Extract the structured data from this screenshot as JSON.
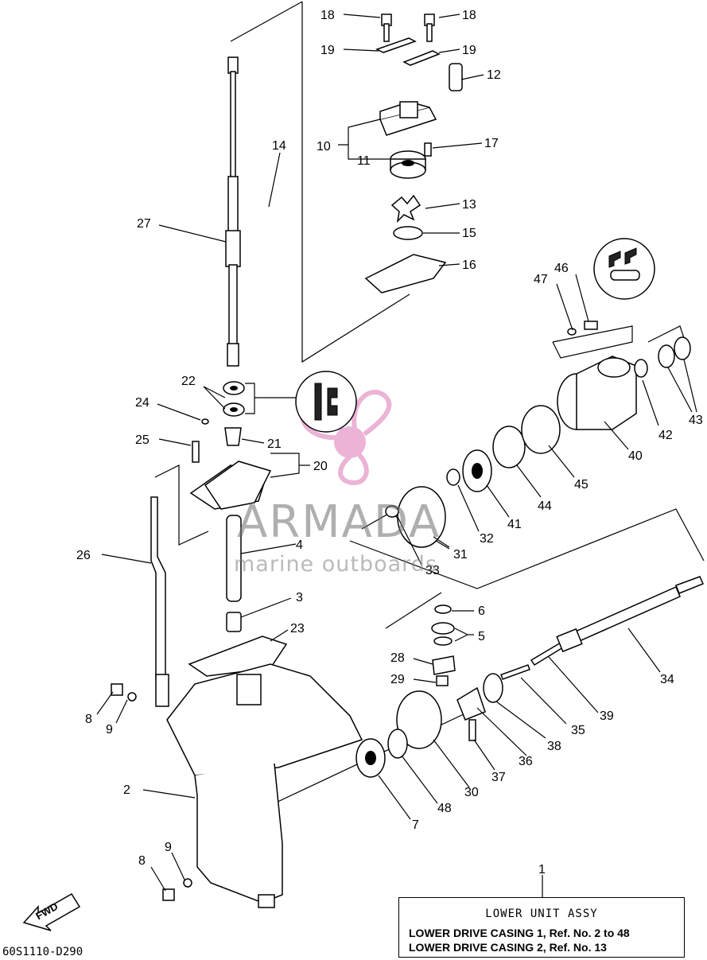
{
  "diagram": {
    "callouts": [
      {
        "id": "c18a",
        "text": "18"
      },
      {
        "id": "c18b",
        "text": "18"
      },
      {
        "id": "c19a",
        "text": "19"
      },
      {
        "id": "c19b",
        "text": "19"
      },
      {
        "id": "c12",
        "text": "12"
      },
      {
        "id": "c10",
        "text": "10"
      },
      {
        "id": "c17",
        "text": "17"
      },
      {
        "id": "c11",
        "text": "11"
      },
      {
        "id": "c13",
        "text": "13"
      },
      {
        "id": "c15",
        "text": "15"
      },
      {
        "id": "c16",
        "text": "16"
      },
      {
        "id": "c14",
        "text": "14"
      },
      {
        "id": "c27",
        "text": "27"
      },
      {
        "id": "c47",
        "text": "47"
      },
      {
        "id": "c46",
        "text": "46"
      },
      {
        "id": "c22",
        "text": "22"
      },
      {
        "id": "c24",
        "text": "24"
      },
      {
        "id": "c21",
        "text": "21"
      },
      {
        "id": "c25",
        "text": "25"
      },
      {
        "id": "c20",
        "text": "20"
      },
      {
        "id": "c42",
        "text": "42"
      },
      {
        "id": "c43",
        "text": "43"
      },
      {
        "id": "c40",
        "text": "40"
      },
      {
        "id": "c45",
        "text": "45"
      },
      {
        "id": "c44",
        "text": "44"
      },
      {
        "id": "c41",
        "text": "41"
      },
      {
        "id": "c32",
        "text": "32"
      },
      {
        "id": "c31",
        "text": "31"
      },
      {
        "id": "c33",
        "text": "33"
      },
      {
        "id": "c4",
        "text": "4"
      },
      {
        "id": "c26",
        "text": "26"
      },
      {
        "id": "c3",
        "text": "3"
      },
      {
        "id": "c6",
        "text": "6"
      },
      {
        "id": "c5",
        "text": "5"
      },
      {
        "id": "c23",
        "text": "23"
      },
      {
        "id": "c28",
        "text": "28"
      },
      {
        "id": "c29",
        "text": "29"
      },
      {
        "id": "c34",
        "text": "34"
      },
      {
        "id": "c39",
        "text": "39"
      },
      {
        "id": "c35",
        "text": "35"
      },
      {
        "id": "c38",
        "text": "38"
      },
      {
        "id": "c36",
        "text": "36"
      },
      {
        "id": "c37",
        "text": "37"
      },
      {
        "id": "c30",
        "text": "30"
      },
      {
        "id": "c48",
        "text": "48"
      },
      {
        "id": "c7",
        "text": "7"
      },
      {
        "id": "c8a",
        "text": "8"
      },
      {
        "id": "c9a",
        "text": "9"
      },
      {
        "id": "c2",
        "text": "2"
      },
      {
        "id": "c9b",
        "text": "9"
      },
      {
        "id": "c8b",
        "text": "8"
      },
      {
        "id": "c1",
        "text": "1"
      }
    ],
    "fwd_label": "FWD",
    "drawing_code": "60S1110-D290"
  },
  "legend": {
    "title": "LOWER UNIT ASSY",
    "line1": "LOWER DRIVE CASING 1, Ref. No. 2 to 48",
    "line2": "LOWER DRIVE CASING 2, Ref. No. 13"
  },
  "watermark": {
    "brand": "ARMADA",
    "tagline": "marine outboards",
    "logo_color": "#e8a6cf"
  }
}
